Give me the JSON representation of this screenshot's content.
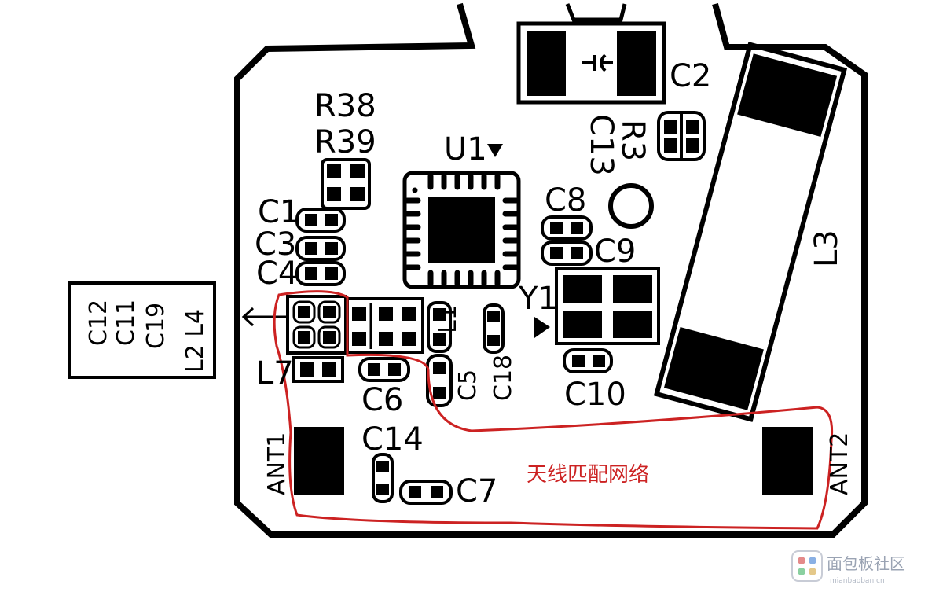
{
  "designators": {
    "r38": "R38",
    "r39": "R39",
    "u1": "U1",
    "c2": "C2",
    "r3": "R3",
    "c13": "C13",
    "c1": "C1",
    "c3": "C3",
    "c4": "C4",
    "c8": "C8",
    "c9": "C9",
    "y1": "Y1",
    "l1": "L1",
    "l3": "L3",
    "l7": "L7",
    "c5": "C5",
    "c18": "C18",
    "c6": "C6",
    "c10": "C10",
    "c14": "C14",
    "c7": "C7",
    "ant1": "ANT1",
    "ant2": "ANT2"
  },
  "legend_box": {
    "lines": [
      "C12",
      "C11",
      "C19",
      "L2 L4"
    ]
  },
  "annotation": {
    "label": "天线匹配网络",
    "color": "#cc2222"
  },
  "watermark": {
    "text": "面包板社区",
    "sub": "mianbaoban.cn"
  },
  "colors": {
    "board": "#ffffff",
    "ink": "#000000",
    "highlight": "#cc2222"
  }
}
